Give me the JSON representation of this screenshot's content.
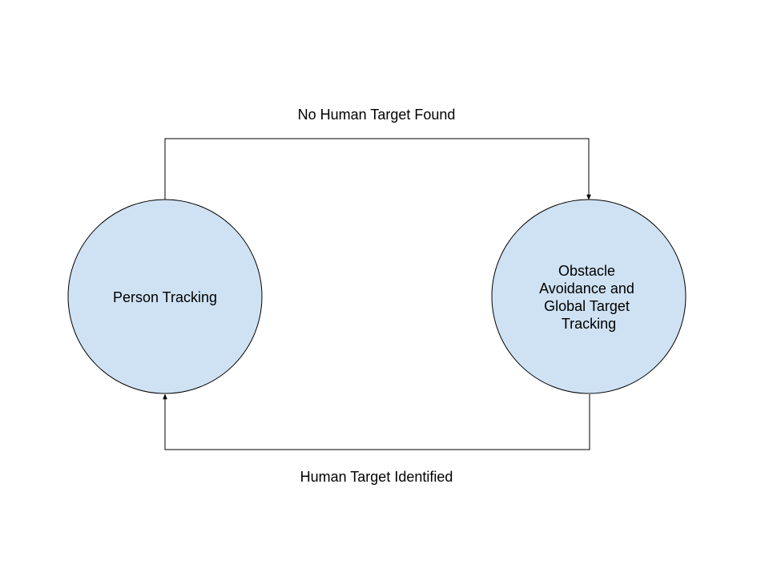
{
  "nodes": {
    "person_tracking": {
      "label": "Person Tracking"
    },
    "obstacle_avoidance": {
      "label_lines": [
        "Obstacle",
        "Avoidance and",
        "Global Target",
        "Tracking"
      ]
    }
  },
  "edges": {
    "to_obstacle": {
      "label": "No Human Target Found"
    },
    "to_person": {
      "label": "Human Target Identified"
    }
  },
  "colors": {
    "node_fill": "#cfe2f3",
    "stroke": "#000000"
  }
}
